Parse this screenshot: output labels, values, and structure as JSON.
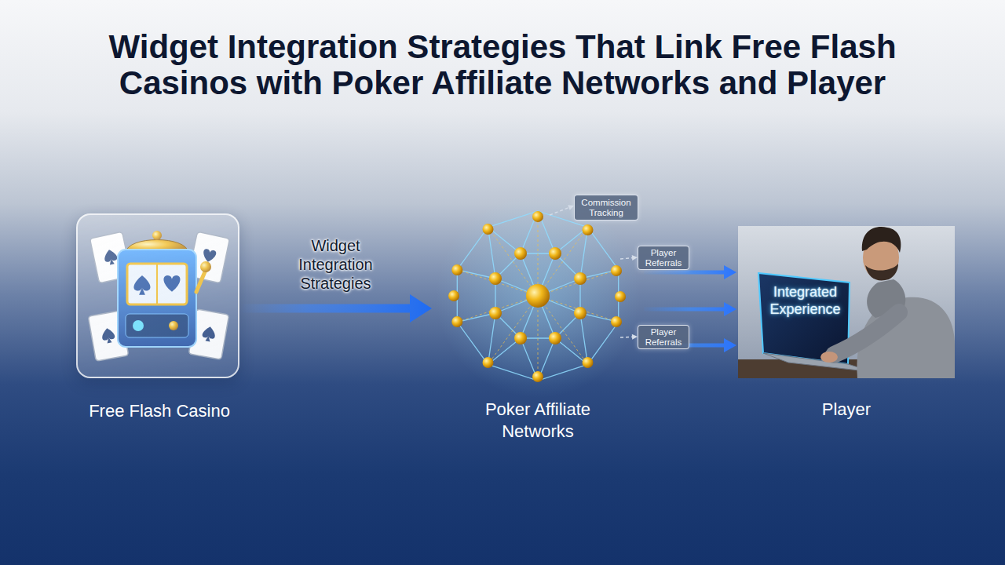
{
  "diagram": {
    "title": "Widget Integration Strategies That Link Free Flash Casinos with Poker Affiliate Networks and Player",
    "nodes": [
      {
        "text": [
          "Free Flash Casino"
        ]
      },
      {
        "text": [
          "Poker Affiliate Networks"
        ]
      },
      {
        "text": [
          "Commission Tracking"
        ]
      },
      {
        "text": [
          "Player Referrals"
        ]
      },
      {
        "text": [
          "Player Referrals"
        ]
      },
      {
        "text": [
          "Integrated Experience",
          "Player"
        ]
      }
    ],
    "edges": [
      {
        "from": 0,
        "to": 1,
        "label": "Widget Integration Strategies",
        "arrow": "to"
      },
      {
        "from": 1,
        "to": 2,
        "arrow": "to"
      },
      {
        "from": 1,
        "to": 3,
        "arrow": "to"
      },
      {
        "from": 1,
        "to": 4,
        "arrow": "to"
      },
      {
        "from": 1,
        "to": 5,
        "arrow": "to"
      },
      {
        "from": 1,
        "to": 5,
        "arrow": "to"
      },
      {
        "from": 1,
        "to": 5,
        "arrow": "to"
      }
    ]
  }
}
